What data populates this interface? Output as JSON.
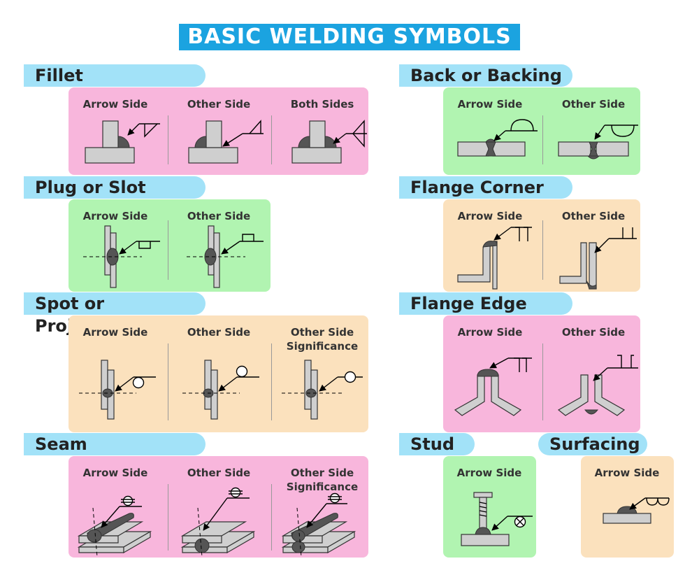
{
  "title": "BASIC WELDING SYMBOLS",
  "sections": {
    "fillet": {
      "title": "Fillet",
      "labels": [
        "Arrow Side",
        "Other Side",
        "Both Sides"
      ]
    },
    "plug": {
      "title": "Plug or Slot",
      "labels": [
        "Arrow Side",
        "Other Side"
      ]
    },
    "spot": {
      "title": "Spot or Projection",
      "labels": [
        "Arrow Side",
        "Other Side",
        "Other Side\nSignificance"
      ]
    },
    "seam": {
      "title": "Seam",
      "labels": [
        "Arrow Side",
        "Other Side",
        "Other Side\nSignificance"
      ]
    },
    "back": {
      "title": "Back or Backing",
      "labels": [
        "Arrow Side",
        "Other Side"
      ]
    },
    "flange_corner": {
      "title": "Flange Corner",
      "labels": [
        "Arrow Side",
        "Other Side"
      ]
    },
    "flange_edge": {
      "title": "Flange Edge",
      "labels": [
        "Arrow Side",
        "Other Side"
      ]
    },
    "stud": {
      "title": "Stud",
      "labels": [
        "Arrow Side"
      ]
    },
    "surfacing": {
      "title": "Surfacing",
      "labels": [
        "Arrow Side"
      ]
    }
  },
  "colors": {
    "title_bg": "#1ba3e0",
    "header_bg": "#a2e2f8",
    "pink": "#f8b6dc",
    "green": "#b1f4b1",
    "tan": "#fbe1bd"
  }
}
